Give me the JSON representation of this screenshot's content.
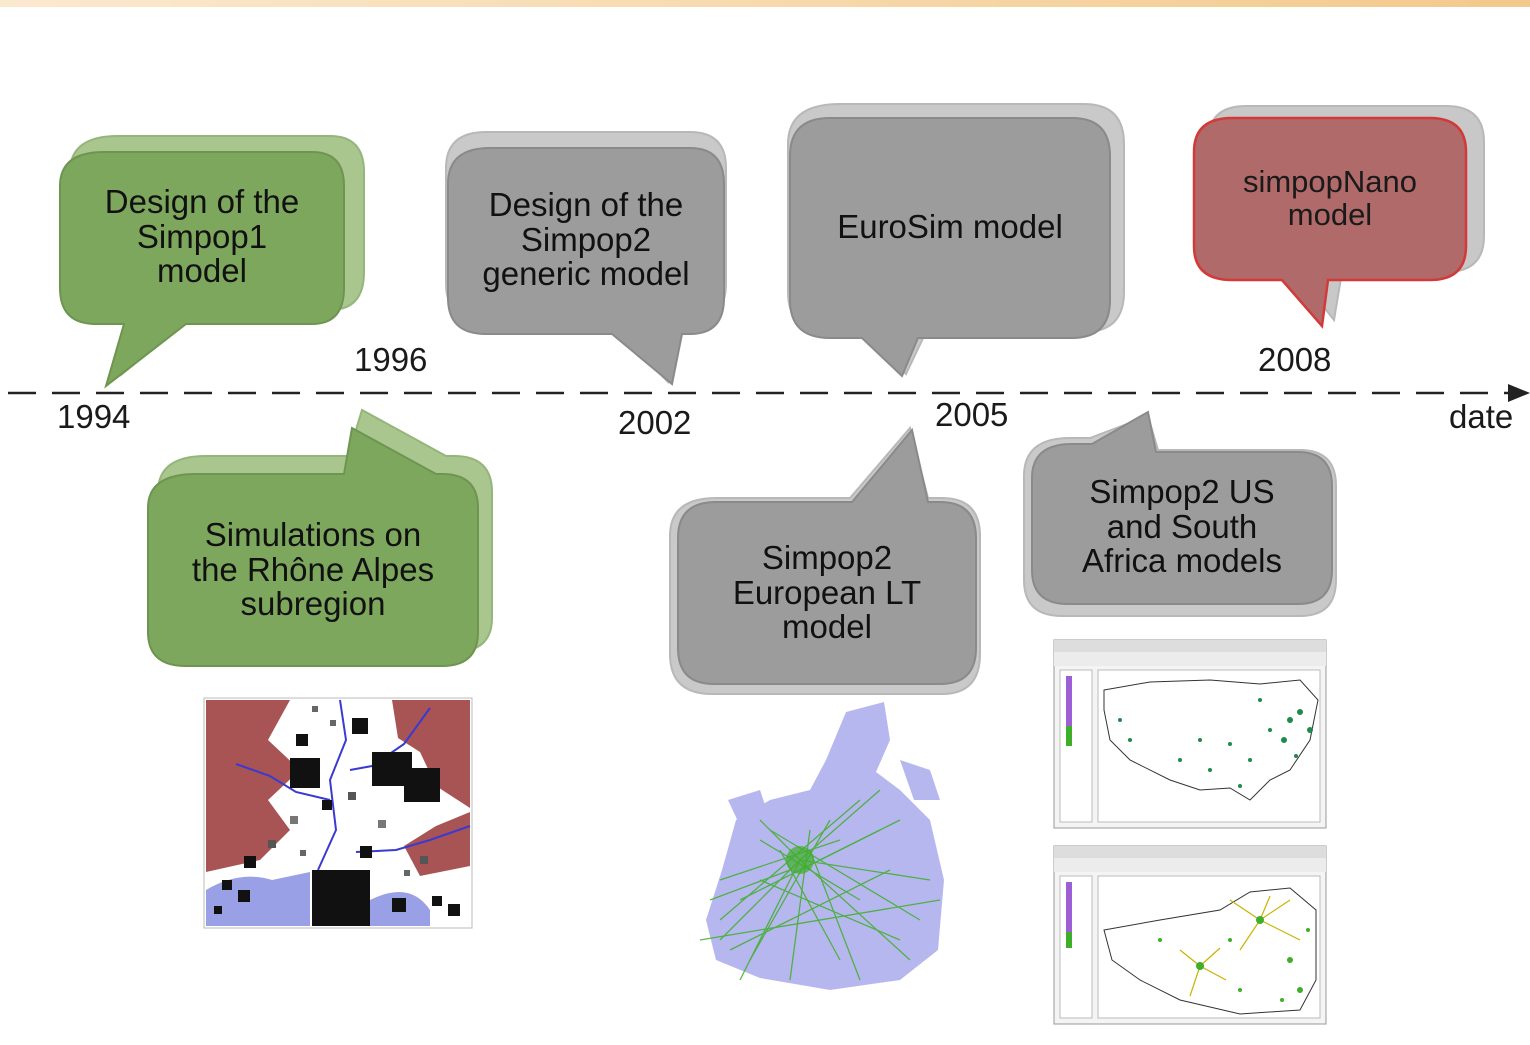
{
  "axis": {
    "label": "date"
  },
  "years": [
    {
      "id": "y1994",
      "label": "1994"
    },
    {
      "id": "y1996",
      "label": "1996"
    },
    {
      "id": "y2002",
      "label": "2002"
    },
    {
      "id": "y2005",
      "label": "2005"
    },
    {
      "id": "y2008",
      "label": "2008"
    }
  ],
  "bubbles": {
    "simpop1": {
      "text": "Design of the\nSimpop1\nmodel"
    },
    "rhone": {
      "text": "Simulations on\nthe Rhône Alpes\nsubregion"
    },
    "simpop2": {
      "text": "Design of the\nSimpop2\ngeneric model"
    },
    "eurosim": {
      "text": "EuroSim model"
    },
    "european_lt": {
      "text": "Simpop2\nEuropean LT\nmodel"
    },
    "us_sa": {
      "text": "Simpop2 US\nand South\nAfrica models"
    },
    "nano": {
      "text": "simpopNano\nmodel"
    }
  },
  "colors": {
    "green": "#7ea75e",
    "green_shadow": "#a9c68e",
    "gray": "#9c9c9c",
    "gray_shadow": "#c9c9c9",
    "red": "#b06a6a",
    "red_border": "#d23a3a",
    "red_shadow": "#c8c8c8"
  }
}
